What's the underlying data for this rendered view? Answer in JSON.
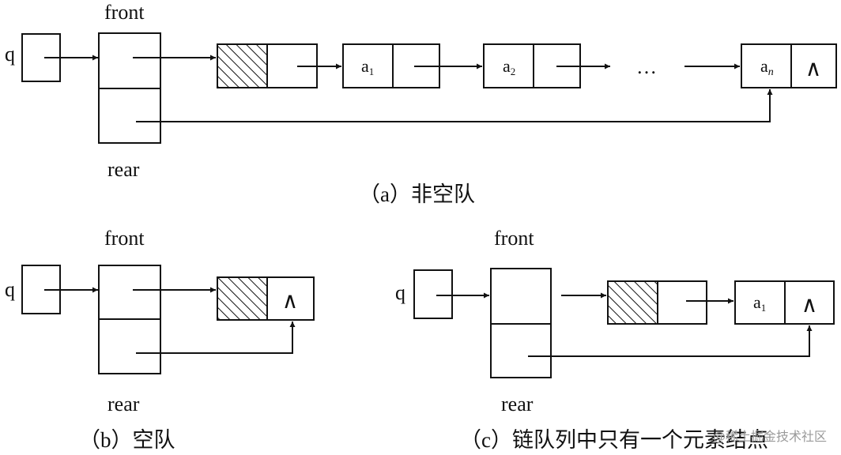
{
  "labels": {
    "q": "q",
    "front": "front",
    "rear": "rear",
    "a": "a",
    "sub1": "1",
    "sub2": "2",
    "subn": "n",
    "ellipsis": "…",
    "null_symbol": "∧"
  },
  "captions": {
    "a": "（a）非空队",
    "b": "（b）空队",
    "c": "（c）链队列中只有一个元素结点"
  },
  "watermark": "@稀土掘金技术社区",
  "colors": {
    "ink": "#111111",
    "background": "#ffffff",
    "watermark": "#9a9a9a"
  }
}
